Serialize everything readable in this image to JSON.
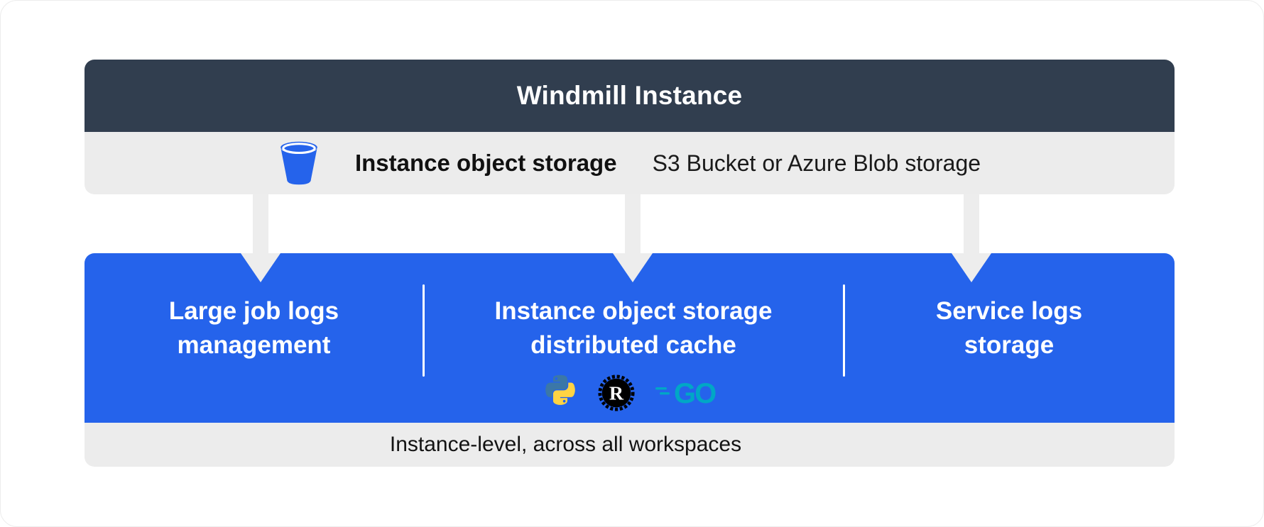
{
  "header": {
    "title": "Windmill Instance"
  },
  "storage_bar": {
    "icon": "bucket-icon",
    "label_bold": "Instance object storage",
    "label_regular": "S3 Bucket or Azure Blob storage"
  },
  "sections": [
    {
      "id": "large-job-logs-management",
      "title_lines": [
        "Large job logs",
        "management"
      ]
    },
    {
      "id": "instance-object-storage-distributed-cache",
      "title_lines": [
        "Instance object storage",
        "distributed cache"
      ],
      "icons": [
        "python-icon",
        "rust-icon",
        "go-icon"
      ]
    },
    {
      "id": "service-logs-storage",
      "title_lines": [
        "Service logs",
        "storage"
      ]
    }
  ],
  "footer": {
    "label": "Instance-level, across all workspaces"
  },
  "icons": {
    "rust_letter": "R",
    "go_text": "GO"
  },
  "colors": {
    "header_bg": "#313e4f",
    "panel_gray": "#ececec",
    "arrow_gray": "#ededed",
    "accent_blue": "#2563eb",
    "text_dark": "#111111",
    "text_light": "#ffffff",
    "python_blue": "#3b77a8",
    "python_yellow": "#ffd343",
    "rust_black": "#000000",
    "go_teal": "#00a7c6"
  }
}
